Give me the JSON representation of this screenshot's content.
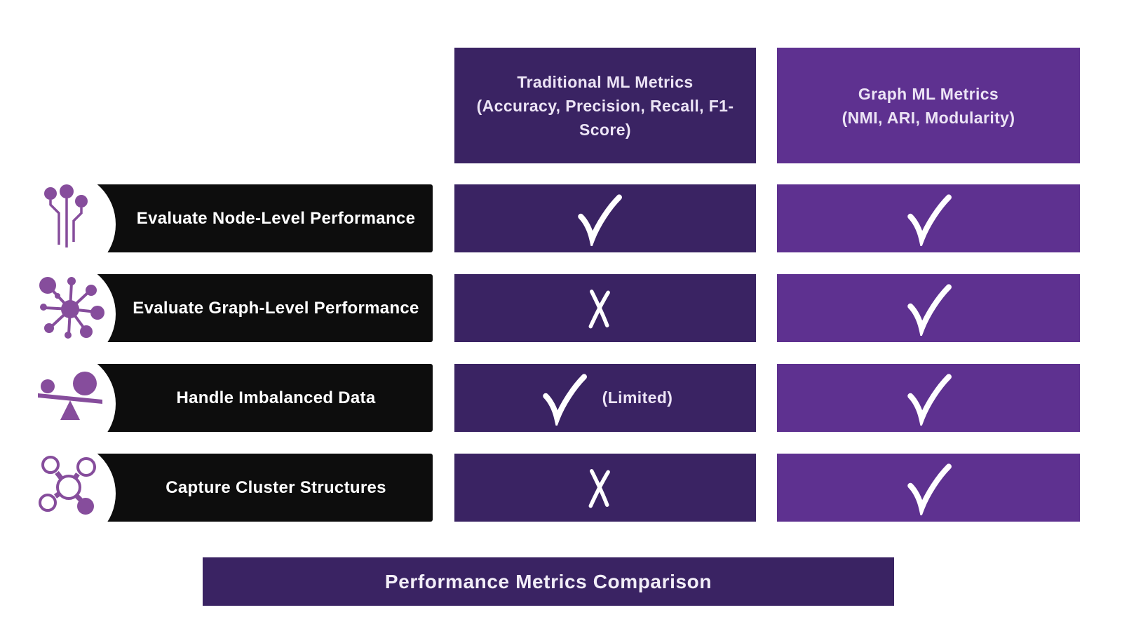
{
  "colors": {
    "dark_purple": "#3a2363",
    "medium_purple": "#5e3190",
    "icon_purple": "#864d9c",
    "bar_black": "#0d0d0d",
    "mark_white": "#ffffff"
  },
  "columns": [
    {
      "title": "Traditional ML Metrics",
      "subtitle": "(Accuracy, Precision, Recall, F1-Score)"
    },
    {
      "title": "Graph ML Metrics",
      "subtitle": "(NMI, ARI, Modularity)"
    }
  ],
  "rows": [
    {
      "label": "Evaluate Node-Level Performance",
      "icon": "node-level-icon",
      "traditional": "check",
      "graph": "check"
    },
    {
      "label": "Evaluate Graph-Level Performance",
      "icon": "graph-network-icon",
      "traditional": "cross",
      "graph": "check"
    },
    {
      "label": "Handle Imbalanced Data",
      "icon": "balance-scale-icon",
      "traditional": "check",
      "traditional_note": "(Limited)",
      "graph": "check"
    },
    {
      "label": "Capture Cluster Structures",
      "icon": "cluster-structure-icon",
      "traditional": "cross",
      "graph": "check"
    }
  ],
  "footer": {
    "title": "Performance Metrics Comparison"
  }
}
